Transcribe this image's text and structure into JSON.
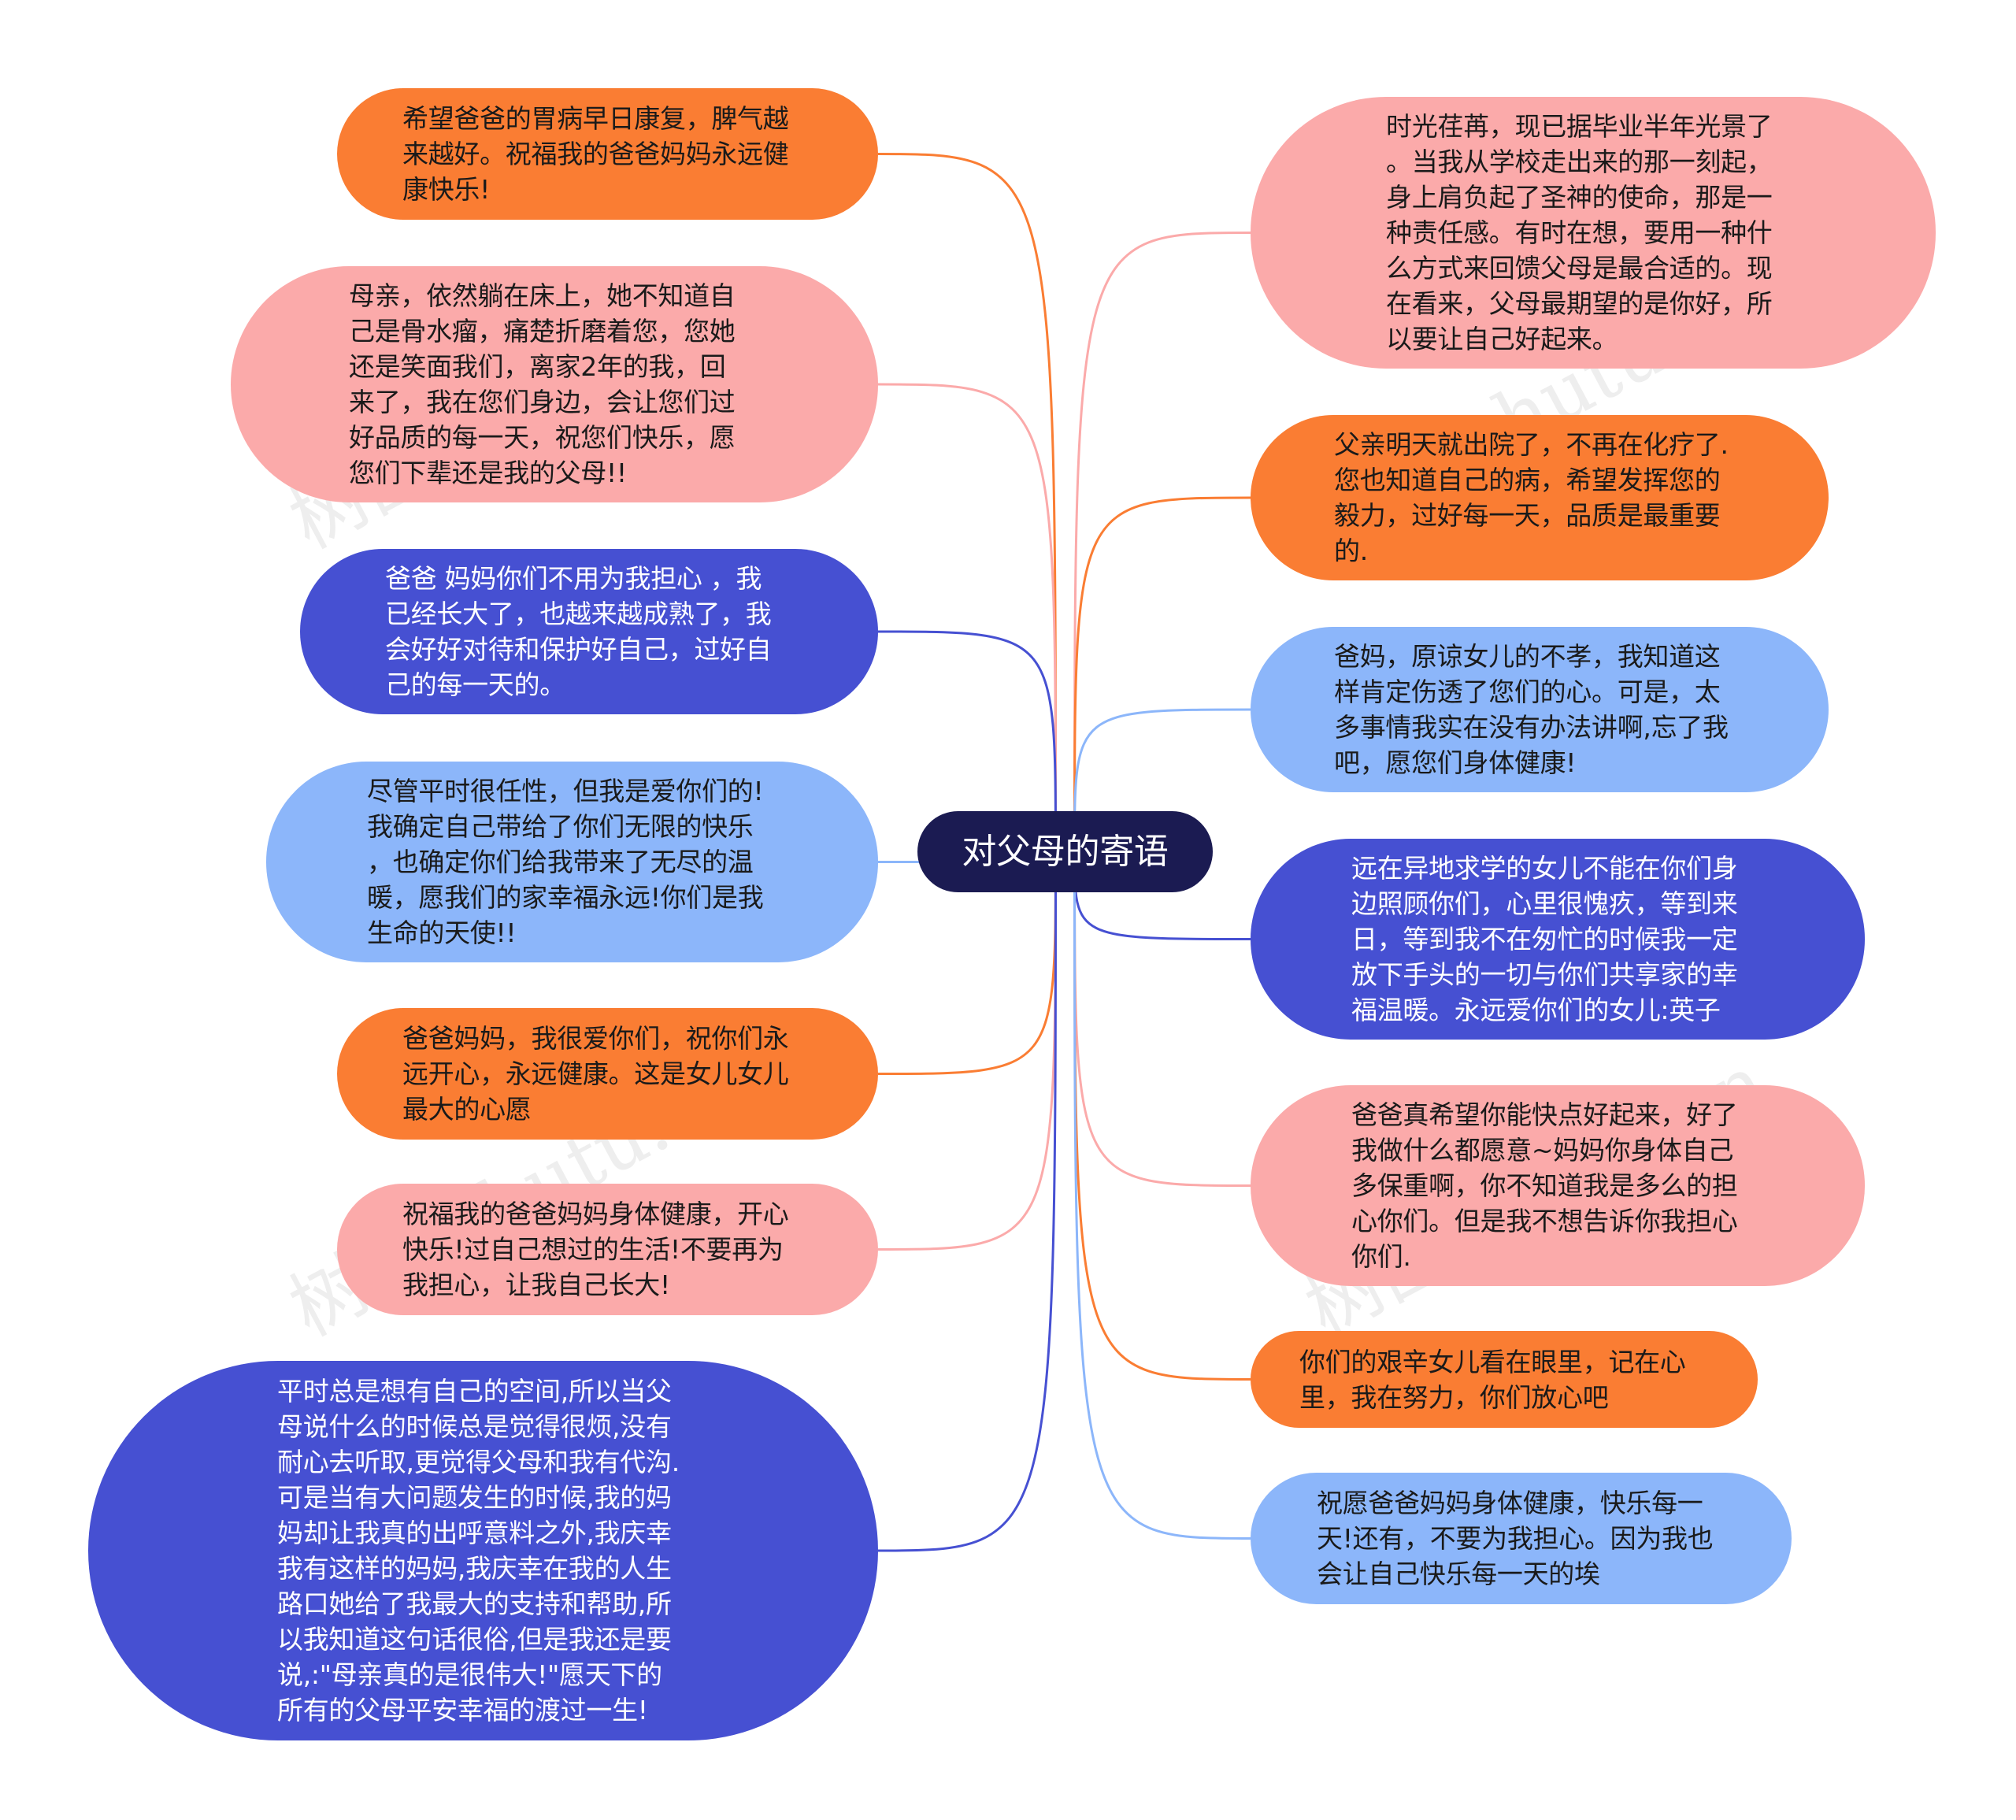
{
  "center": {
    "label": "对父母的寄语"
  },
  "colors": {
    "orange": "#FA7D33",
    "pink": "#FBAAAA",
    "navy": "#4650D2",
    "lightblue": "#8CB6FA",
    "center": "#1B1B52"
  },
  "watermarks": [
    "树图 shutu.cn",
    "树图 shutu.cn",
    "树图 shutu.cn",
    "树图 shutu.cn"
  ],
  "left_branches": [
    {
      "color": "orange",
      "text": "希望爸爸的胃病早日康复，脾气越\n来越好。祝福我的爸爸妈妈永远健\n康快乐!"
    },
    {
      "color": "pink",
      "text": "母亲，依然躺在床上，她不知道自\n己是骨水瘤，痛楚折磨着您，您她\n还是笑面我们，离家2年的我，回\n来了，我在您们身边，会让您们过\n好品质的每一天，祝您们快乐，愿\n您们下辈还是我的父母!!"
    },
    {
      "color": "navy",
      "text": "爸爸 妈妈你们不用为我担心 ，我\n已经长大了，也越来越成熟了，我\n会好好对待和保护好自己，过好自\n己的每一天的。"
    },
    {
      "color": "lightblue",
      "text": "尽管平时很任性，但我是爱你们的!\n我确定自己带给了你们无限的快乐\n，也确定你们给我带来了无尽的温\n暖，愿我们的家幸福永远!你们是我\n生命的天使!!"
    },
    {
      "color": "orange",
      "text": "爸爸妈妈，我很爱你们，祝你们永\n远开心，永远健康。这是女儿女儿\n最大的心愿"
    },
    {
      "color": "pink",
      "text": "祝福我的爸爸妈妈身体健康，开心\n快乐!过自己想过的生活!不要再为\n我担心，让我自己长大!"
    },
    {
      "color": "navy",
      "text": "平时总是想有自己的空间,所以当父\n母说什么的时候总是觉得很烦,没有\n耐心去听取,更觉得父母和我有代沟.\n可是当有大问题发生的时候,我的妈\n妈却让我真的出呼意料之外,我庆幸\n我有这样的妈妈,我庆幸在我的人生\n路口她给了我最大的支持和帮助,所\n以我知道这句话很俗,但是我还是要\n说,:\"母亲真的是很伟大!\"愿天下的\n所有的父母平安幸福的渡过一生!"
    }
  ],
  "right_branches": [
    {
      "color": "pink",
      "text": "时光荏苒，现已据毕业半年光景了\n。当我从学校走出来的那一刻起，\n身上肩负起了圣神的使命，那是一\n种责任感。有时在想，要用一种什\n么方式来回馈父母是最合适的。现\n在看来，父母最期望的是你好，所\n以要让自己好起来。"
    },
    {
      "color": "orange",
      "text": "父亲明天就出院了，不再在化疗了.\n您也知道自己的病，希望发挥您的\n毅力，过好每一天，品质是最重要\n的."
    },
    {
      "color": "lightblue",
      "text": "爸妈，原谅女儿的不孝，我知道这\n样肯定伤透了您们的心。可是，太\n多事情我实在没有办法讲啊,忘了我\n吧，愿您们身体健康!"
    },
    {
      "color": "navy",
      "text": "远在异地求学的女儿不能在你们身\n边照顾你们，心里很愧疚，等到来\n日，等到我不在匆忙的时候我一定\n放下手头的一切与你们共享家的幸\n福温暖。永远爱你们的女儿:英子"
    },
    {
      "color": "pink",
      "text": "爸爸真希望你能快点好起来，好了\n我做什么都愿意~妈妈你身体自己\n多保重啊，你不知道我是多么的担\n心你们。但是我不想告诉你我担心\n你们."
    },
    {
      "color": "orange",
      "text": "你们的艰辛女儿看在眼里，记在心\n里，我在努力，你们放心吧"
    },
    {
      "color": "lightblue",
      "text": "祝愿爸爸妈妈身体健康，快乐每一\n天!还有，不要为我担心。因为我也\n会让自己快乐每一天的埃"
    }
  ]
}
